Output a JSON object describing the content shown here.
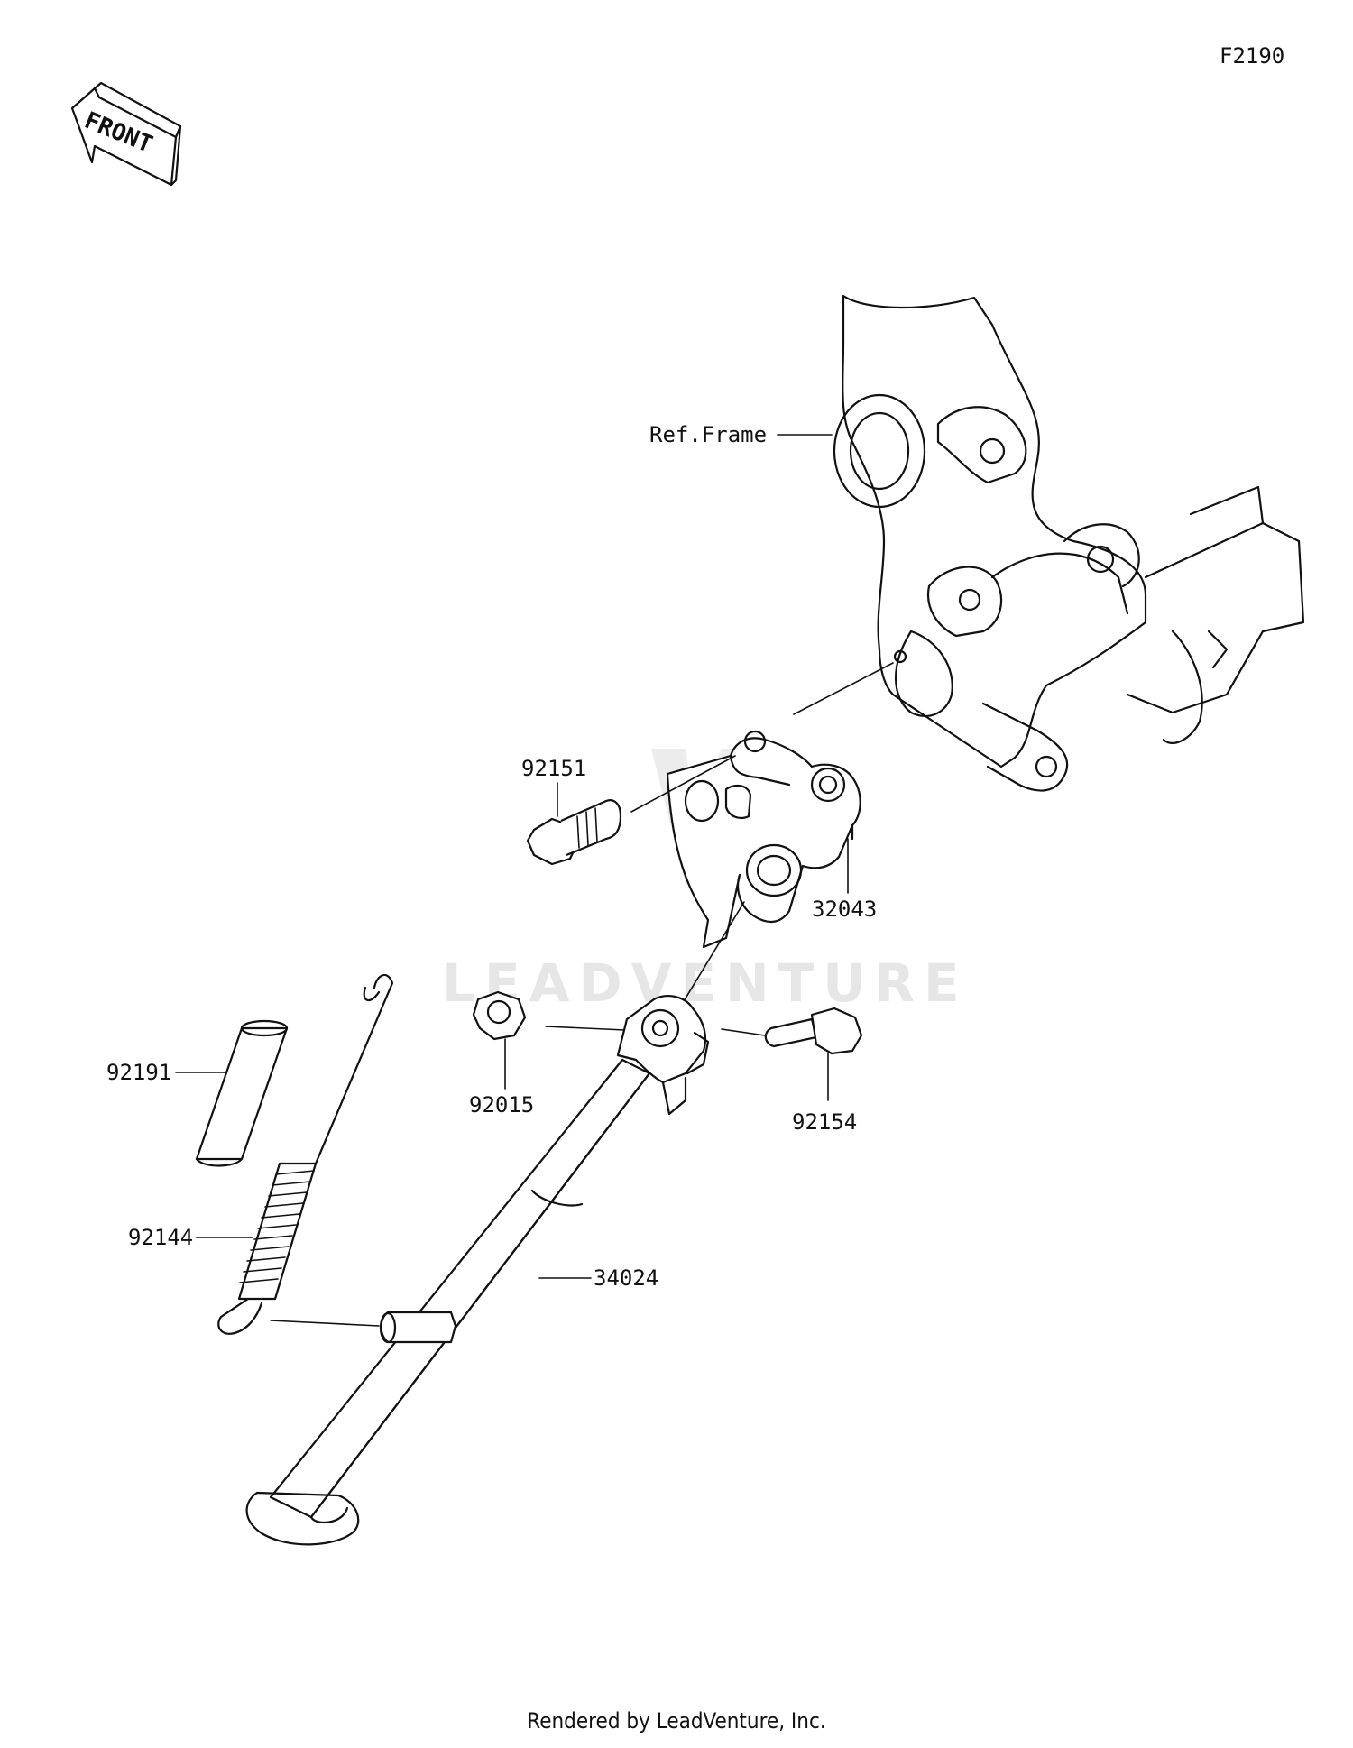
{
  "figure_code": "F2190",
  "front_label": "FRONT",
  "watermark": "LEADVENTURE",
  "footer": "Rendered by LeadVenture, Inc.",
  "callouts": [
    {
      "id": "ref-frame",
      "label": "Ref.Frame"
    },
    {
      "id": "92151",
      "label": "92151"
    },
    {
      "id": "32043",
      "label": "32043"
    },
    {
      "id": "92191",
      "label": "92191"
    },
    {
      "id": "92015",
      "label": "92015"
    },
    {
      "id": "92154",
      "label": "92154"
    },
    {
      "id": "92144",
      "label": "92144"
    },
    {
      "id": "34024",
      "label": "34024"
    }
  ]
}
